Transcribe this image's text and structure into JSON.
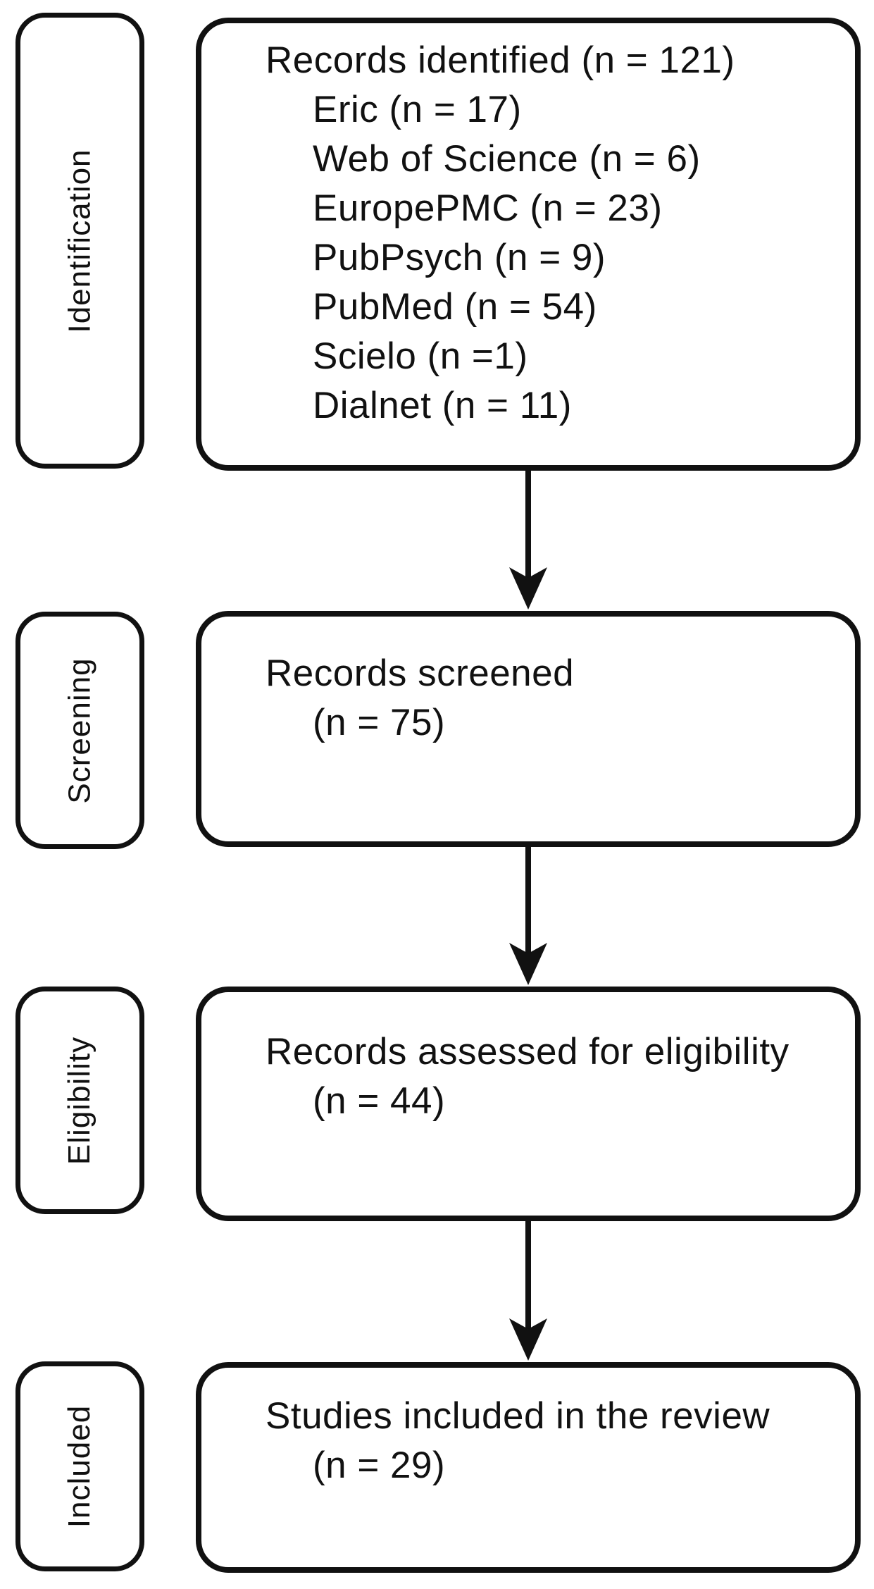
{
  "diagram": {
    "stages": [
      {
        "label": "Identification"
      },
      {
        "label": "Screening"
      },
      {
        "label": "Eligibility"
      },
      {
        "label": "Included"
      }
    ],
    "boxes": [
      {
        "title": "Records identified (n = 121)",
        "items": [
          "Eric (n = 17)",
          "Web of Science (n = 6)",
          "EuropePMC (n = 23)",
          "PubPsych (n = 9)",
          "PubMed (n = 54)",
          "Scielo (n =1)",
          "Dialnet (n = 11)"
        ]
      },
      {
        "title": "Records screened",
        "count": "(n = 75)"
      },
      {
        "title": "Records assessed for eligibility",
        "count": "(n = 44)"
      },
      {
        "title": "Studies included in the review",
        "count": "(n = 29)"
      }
    ],
    "colors": {
      "line": "#111111",
      "background": "#ffffff"
    }
  }
}
